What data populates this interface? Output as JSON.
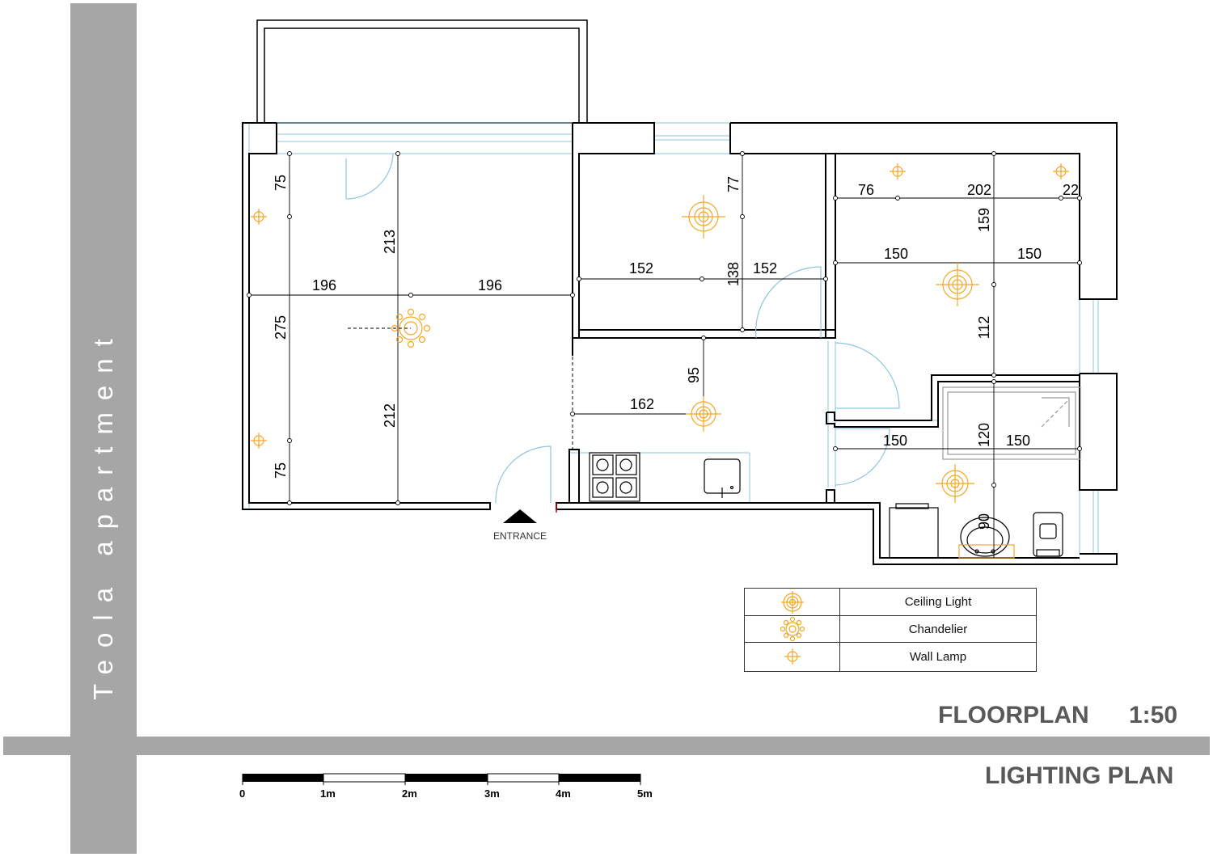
{
  "side_title": "Teola apartment",
  "titles": {
    "floorplan": "FLOORPLAN",
    "scale_ratio": "1:50",
    "lighting": "LIGHTING PLAN"
  },
  "entrance_label": "ENTRANCE",
  "dimensions": {
    "living_v_top": "75",
    "living_v_mid": "275",
    "living_v_bot": "75",
    "living_h_left": "196",
    "living_h_right": "196",
    "living_v_center_top": "213",
    "living_v_center_bot": "212",
    "bed2_v_top": "77",
    "bed2_v_mid": "138",
    "bed2_h_left": "152",
    "bed2_h_right": "152",
    "hall_v": "95",
    "hall_h": "162",
    "bed1_h_a": "76",
    "bed1_h_b": "202",
    "bed1_h_c": "22",
    "bed1_v_top": "159",
    "bed1_h_left": "150",
    "bed1_h_right": "150",
    "bed1_v_bot": "112",
    "bath_v_top": "120",
    "bath_h_left": "150",
    "bath_h_right": "150",
    "bath_v_bot": "90"
  },
  "legend": [
    {
      "symbol": "ceiling-light-icon",
      "label": "Ceiling Light"
    },
    {
      "symbol": "chandelier-icon",
      "label": "Chandelier"
    },
    {
      "symbol": "wall-lamp-icon",
      "label": "Wall Lamp"
    }
  ],
  "scale_bar": {
    "labels": [
      "0",
      "1m",
      "2m",
      "3m",
      "4m",
      "5m"
    ]
  },
  "colors": {
    "wall": "#000000",
    "window": "#8ec5dc",
    "fixture": "#f5a623",
    "band": "#a6a6a6",
    "title": "#595959"
  }
}
